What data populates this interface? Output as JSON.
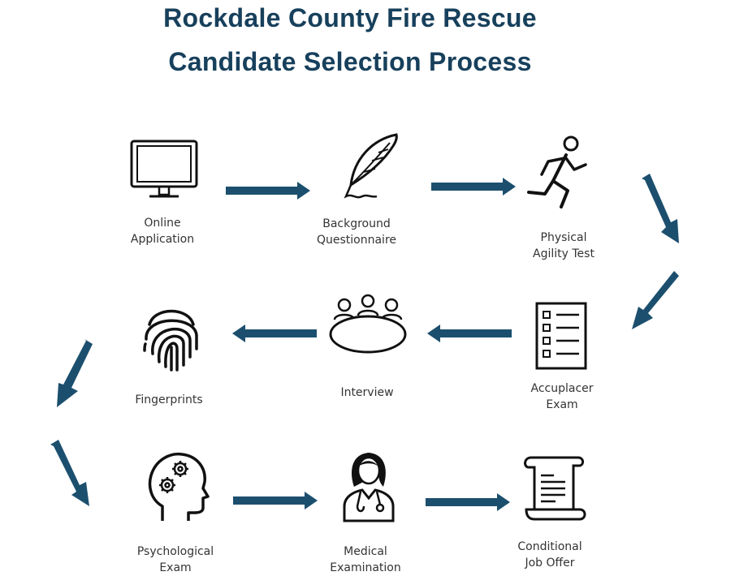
{
  "title": {
    "line1": "Rockdale County Fire Rescue",
    "line2": "Candidate Selection Process"
  },
  "colors": {
    "title": "#17405c",
    "arrow": "#1c4f6e",
    "icon": "#111111",
    "label": "#333333"
  },
  "steps": [
    {
      "icon": "monitor-icon",
      "label": [
        "Online",
        "Application"
      ]
    },
    {
      "icon": "feather-pen-icon",
      "label": [
        "Background",
        "Questionnaire"
      ]
    },
    {
      "icon": "runner-icon",
      "label": [
        "Physical",
        "Agility Test"
      ]
    },
    {
      "icon": "checklist-icon",
      "label": [
        "Accuplacer",
        "Exam"
      ]
    },
    {
      "icon": "meeting-table-icon",
      "label": [
        "Interview"
      ]
    },
    {
      "icon": "fingerprint-icon",
      "label": [
        "Fingerprints"
      ]
    },
    {
      "icon": "head-gears-icon",
      "label": [
        "Psychological",
        "Exam"
      ]
    },
    {
      "icon": "doctor-icon",
      "label": [
        "Medical",
        "Examination"
      ]
    },
    {
      "icon": "scroll-icon",
      "label": [
        "Conditional",
        "Job Offer"
      ]
    }
  ]
}
